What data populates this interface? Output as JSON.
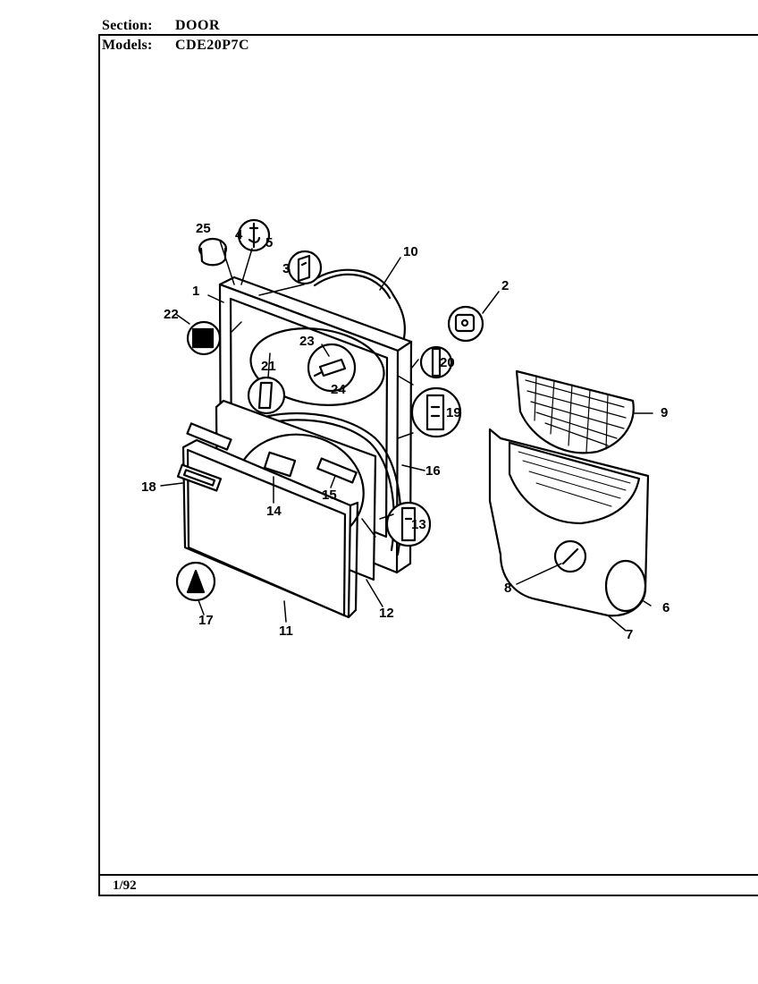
{
  "header": {
    "section_label": "Section:",
    "section_value": "DOOR",
    "models_label": "Models:",
    "models_value": "CDE20P7C"
  },
  "footer": {
    "date": "1/92"
  },
  "diagram": {
    "callouts": [
      "1",
      "2",
      "3",
      "4",
      "5",
      "6",
      "7",
      "8",
      "9",
      "10",
      "11",
      "12",
      "13",
      "14",
      "15",
      "16",
      "17",
      "18",
      "19",
      "20",
      "21",
      "22",
      "23",
      "24",
      "25"
    ]
  }
}
